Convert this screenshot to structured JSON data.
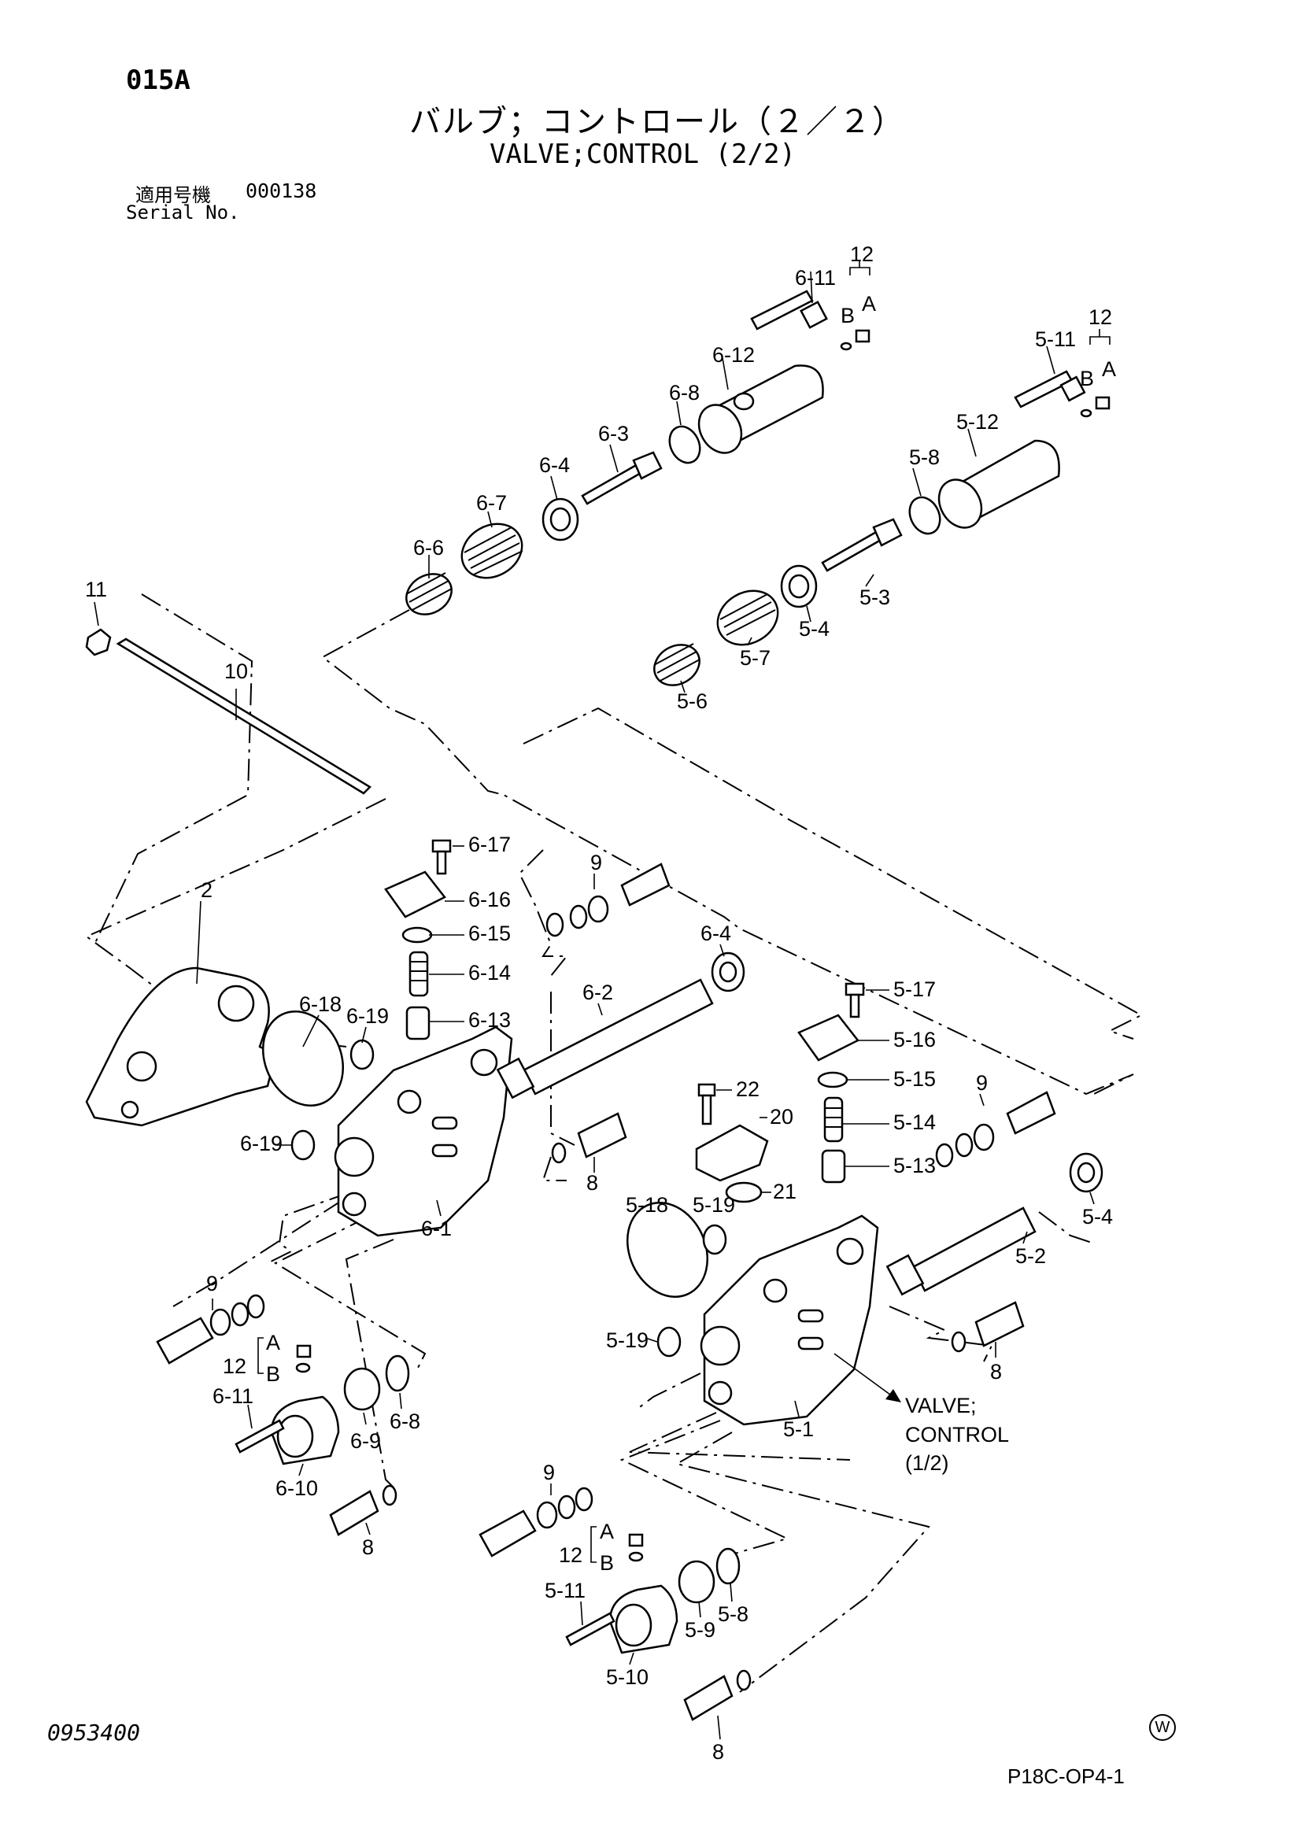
{
  "header": {
    "page_code": "015A",
    "title_jp": "バルブ；コントロール（２／２）",
    "title_en": "VALVE;CONTROL (2/2)",
    "serial_label_jp": "適用号機",
    "serial_value": "000138",
    "serial_label_en": "Serial No."
  },
  "footer": {
    "doc_number": "0953400",
    "mark": "W",
    "page_ref": "P18C-OP4-1"
  },
  "callout": {
    "line1": "VALVE;",
    "line2": "CONTROL",
    "line3": "(1/2)"
  },
  "labels": {
    "l_11": "11",
    "l_10": "10",
    "l_2": "2",
    "l_6_11": "6-11",
    "l_12a": "12",
    "l_B1": "B",
    "l_A1": "A",
    "l_6_12": "6-12",
    "l_6_8": "6-8",
    "l_6_3": "6-3",
    "l_6_4": "6-4",
    "l_6_7": "6-7",
    "l_6_6": "6-6",
    "l_5_11": "5-11",
    "l_12b": "12",
    "l_B2": "B",
    "l_A2": "A",
    "l_5_12": "5-12",
    "l_5_8": "5-8",
    "l_5_3": "5-3",
    "l_5_4": "5-4",
    "l_5_7": "5-7",
    "l_5_6": "5-6",
    "l_6_17": "6-17",
    "l_6_16": "6-16",
    "l_6_15": "6-15",
    "l_6_14": "6-14",
    "l_6_13": "6-13",
    "l_9a": "9",
    "l_6_4b": "6-4",
    "l_6_2": "6-2",
    "l_6_18": "6-18",
    "l_6_19a": "6-19",
    "l_6_19b": "6-19",
    "l_8a": "8",
    "l_6_1": "6-1",
    "l_9b": "9",
    "l_12c": "12",
    "l_Ac": "A",
    "l_Bc": "B",
    "l_6_11b": "6-11",
    "l_6_9": "6-9",
    "l_6_8b": "6-8",
    "l_6_10": "6-10",
    "l_8b": "8",
    "l_5_17": "5-17",
    "l_5_16": "5-16",
    "l_5_15": "5-15",
    "l_22": "22",
    "l_20": "20",
    "l_9c": "9",
    "l_5_14": "5-14",
    "l_5_13": "5-13",
    "l_21": "21",
    "l_5_18": "5-18",
    "l_5_19a": "5-19",
    "l_5_4b": "5-4",
    "l_5_2": "5-2",
    "l_8c": "8",
    "l_5_19b": "5-19",
    "l_5_1": "5-1",
    "l_9d": "9",
    "l_12d": "12",
    "l_Ad": "A",
    "l_Bd": "B",
    "l_5_11b": "5-11",
    "l_5_9": "5-9",
    "l_5_8b": "5-8",
    "l_5_10": "5-10",
    "l_8d": "8"
  }
}
